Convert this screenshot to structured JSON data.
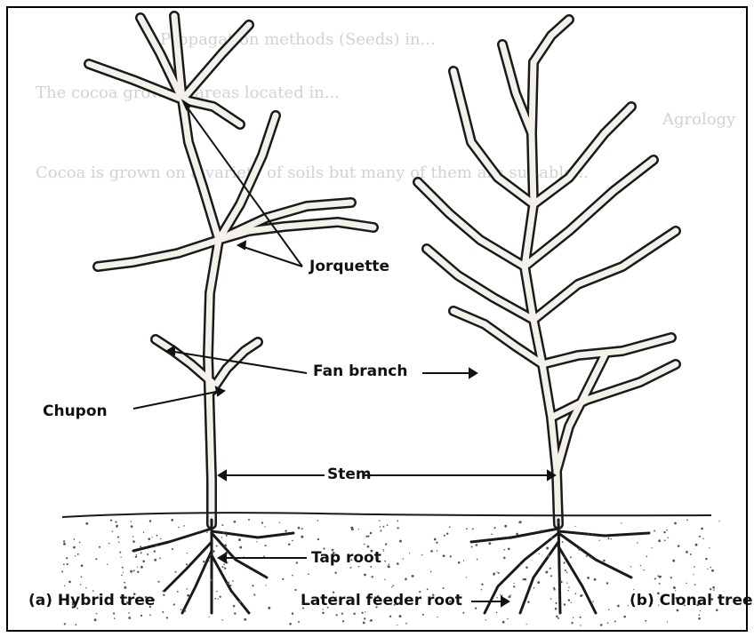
{
  "background_text": {
    "line_1": "Propagation methods (Seeds) in...",
    "line_2": "The cocoa growing areas located in...",
    "line_3": "Agrology",
    "line_4": "Cocoa is grown on a variety of soils but many of them are suitable..."
  },
  "labels": {
    "jorquette": "Jorquette",
    "fan_branch": "Fan branch",
    "chupon": "Chupon",
    "stem": "Stem",
    "tap_root": "Tap root",
    "lateral_feeder_root": "Lateral feeder root",
    "hybrid_tree": "(a) Hybrid tree",
    "clonal_tree": "(b) Clonal tree"
  },
  "colors": {
    "ink": "#1a1a1a",
    "bark": "#f4f1ea",
    "ghost_text": "#cfcfcf",
    "frame": "#000000"
  }
}
